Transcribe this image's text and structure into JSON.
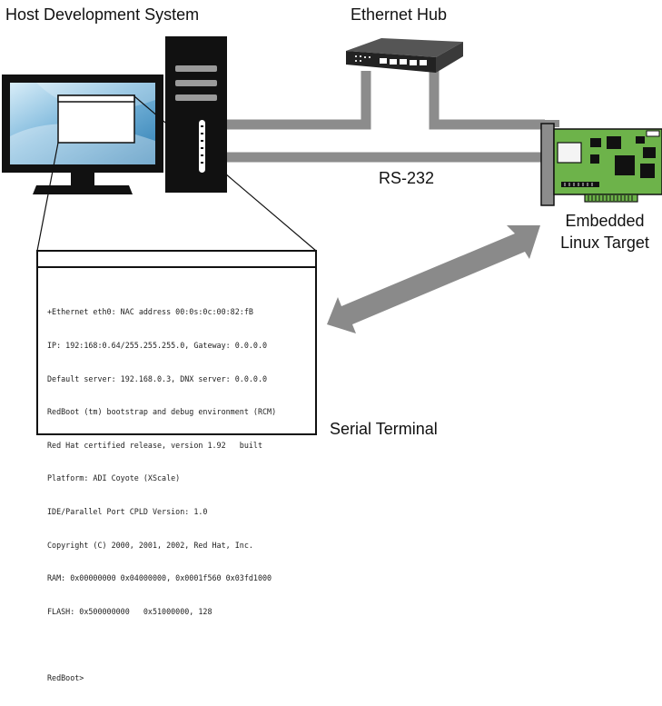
{
  "labels": {
    "host": "Host Development System",
    "hub": "Ethernet Hub",
    "rs232": "RS-232",
    "target_line1": "Embedded",
    "target_line2": "Linux Target",
    "terminal": "Serial Terminal"
  },
  "terminal": {
    "lines": [
      "+Ethernet eth0: NAC address 00:0s:0c:00:82:fB",
      "IP: 192:168:0.64/255.255.255.0, Gateway: 0.0.0.0",
      "Default server: 192.168.0.3, DNX server: 0.0.0.0",
      "RedBoot (tm) bootstrap and debug environment (RCM)",
      "Red Hat certified release, version 1.92   built",
      "Platform: ADI Coyote (XScale)",
      "IDE/Parallel Port CPLD Version: 1.0",
      "Copyright (C) 2000, 2001, 2002, Red Hat, Inc.",
      "RAM: 0x00000000 0x04000000, 0x0001f560 0x03fd1000",
      "FLASH: 0x500000000   0x51000000, 128",
      "",
      "RedBoot>"
    ]
  },
  "colors": {
    "outline": "#111111",
    "cable": "#8c8c8c",
    "arrow": "#8a8a8a",
    "monitor_screen": "#7db8dc",
    "pcb_green": "#6db34a",
    "hub_body": "#2a2a2a"
  },
  "icons": [
    "monitor-icon",
    "tower-computer-icon",
    "ethernet-hub-icon",
    "embedded-board-icon",
    "bidirectional-arrow-icon"
  ]
}
